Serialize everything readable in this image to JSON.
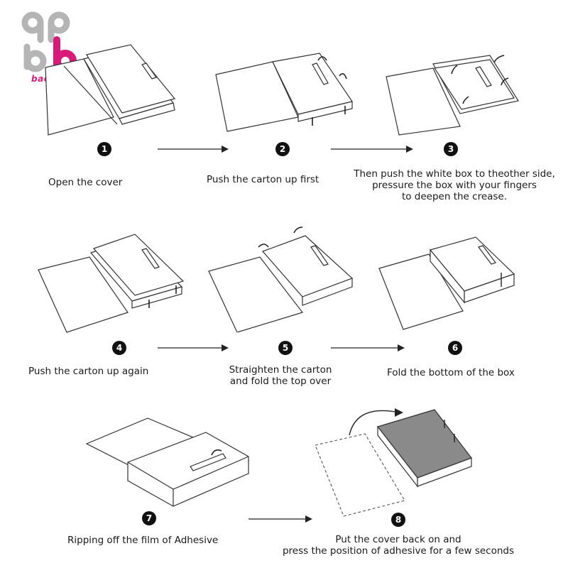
{
  "brand": {
    "name": "baosity",
    "color": "#d81b7a"
  },
  "steps": [
    {
      "number": "1",
      "lines": [
        "Open the cover"
      ]
    },
    {
      "number": "2",
      "lines": [
        "Push the carton up first"
      ]
    },
    {
      "number": "3",
      "lines": [
        "Then push the white box to theother side,",
        "pressure the box with your fingers",
        "to deepen the crease."
      ]
    },
    {
      "number": "4",
      "lines": [
        "Push the carton up again"
      ]
    },
    {
      "number": "5",
      "lines": [
        "Straighten the carton",
        "and fold the top over"
      ]
    },
    {
      "number": "6",
      "lines": [
        "Fold the bottom of the box"
      ]
    },
    {
      "number": "7",
      "lines": [
        "Ripping off the film of Adhesive"
      ]
    },
    {
      "number": "8",
      "lines": [
        "Put the cover back on and",
        "press the position of adhesive for a few seconds"
      ]
    }
  ],
  "colors": {
    "line": "#333333",
    "fill_dark": "#8a8a8a"
  }
}
